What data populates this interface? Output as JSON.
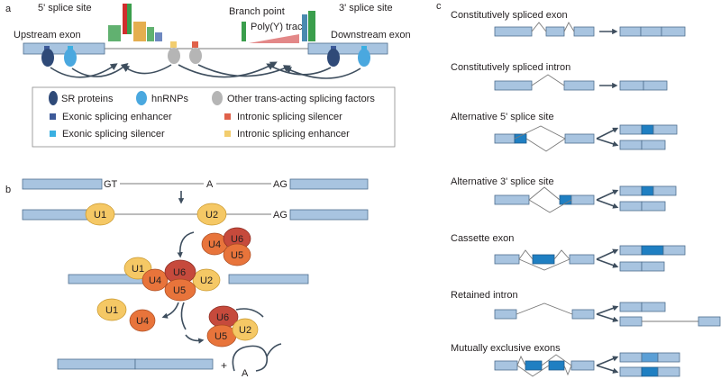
{
  "panel_labels": {
    "a": "a",
    "b": "b",
    "c": "c"
  },
  "panel_a": {
    "five_prime_site": "5' splice site",
    "three_prime_site": "3' splice site",
    "branch_point": "Branch point",
    "polyy_tract": "Poly(Y) tract",
    "upstream_exon": "Upstream exon",
    "downstream_exon": "Downstream exon",
    "legend": {
      "sr_proteins": "SR proteins",
      "hnrnps": "hnRNPs",
      "other_factors": "Other trans-acting splicing factors",
      "ese": "Exonic splicing enhancer",
      "ess": "Exonic splicing silencer",
      "iss": "Intronic splicing silencer",
      "ise": "Intronic splicing enhancer"
    }
  },
  "panel_b": {
    "gt": "GT",
    "a": "A",
    "ag": "AG",
    "ag2": "AG",
    "snrnps": {
      "u1": "U1",
      "u2": "U2",
      "u4": "U4",
      "u5": "U5",
      "u6": "U6"
    },
    "plus": "+",
    "lariat_a": "A"
  },
  "panel_c": {
    "titles": [
      "Constitutively spliced exon",
      "Constitutively spliced intron",
      "Alternative 5' splice site",
      "Alternative 3' splice site",
      "Cassette exon",
      "Retained intron",
      "Mutually exclusive exons"
    ]
  },
  "colors": {
    "exon": "#a8c4e0",
    "exon_highlight": "#1f7fc2",
    "sr_protein": "#2f4a78",
    "hnrnp": "#4aa8df",
    "other_factor": "#b5b5b5",
    "ese": "#3d5a99",
    "ess": "#3ab0e2",
    "iss": "#e0614a",
    "ise": "#f2cd6e",
    "snrnp_yellow": "#f5c865",
    "snrnp_orange": "#e8743b",
    "snrnp_red": "#c64a3c"
  }
}
